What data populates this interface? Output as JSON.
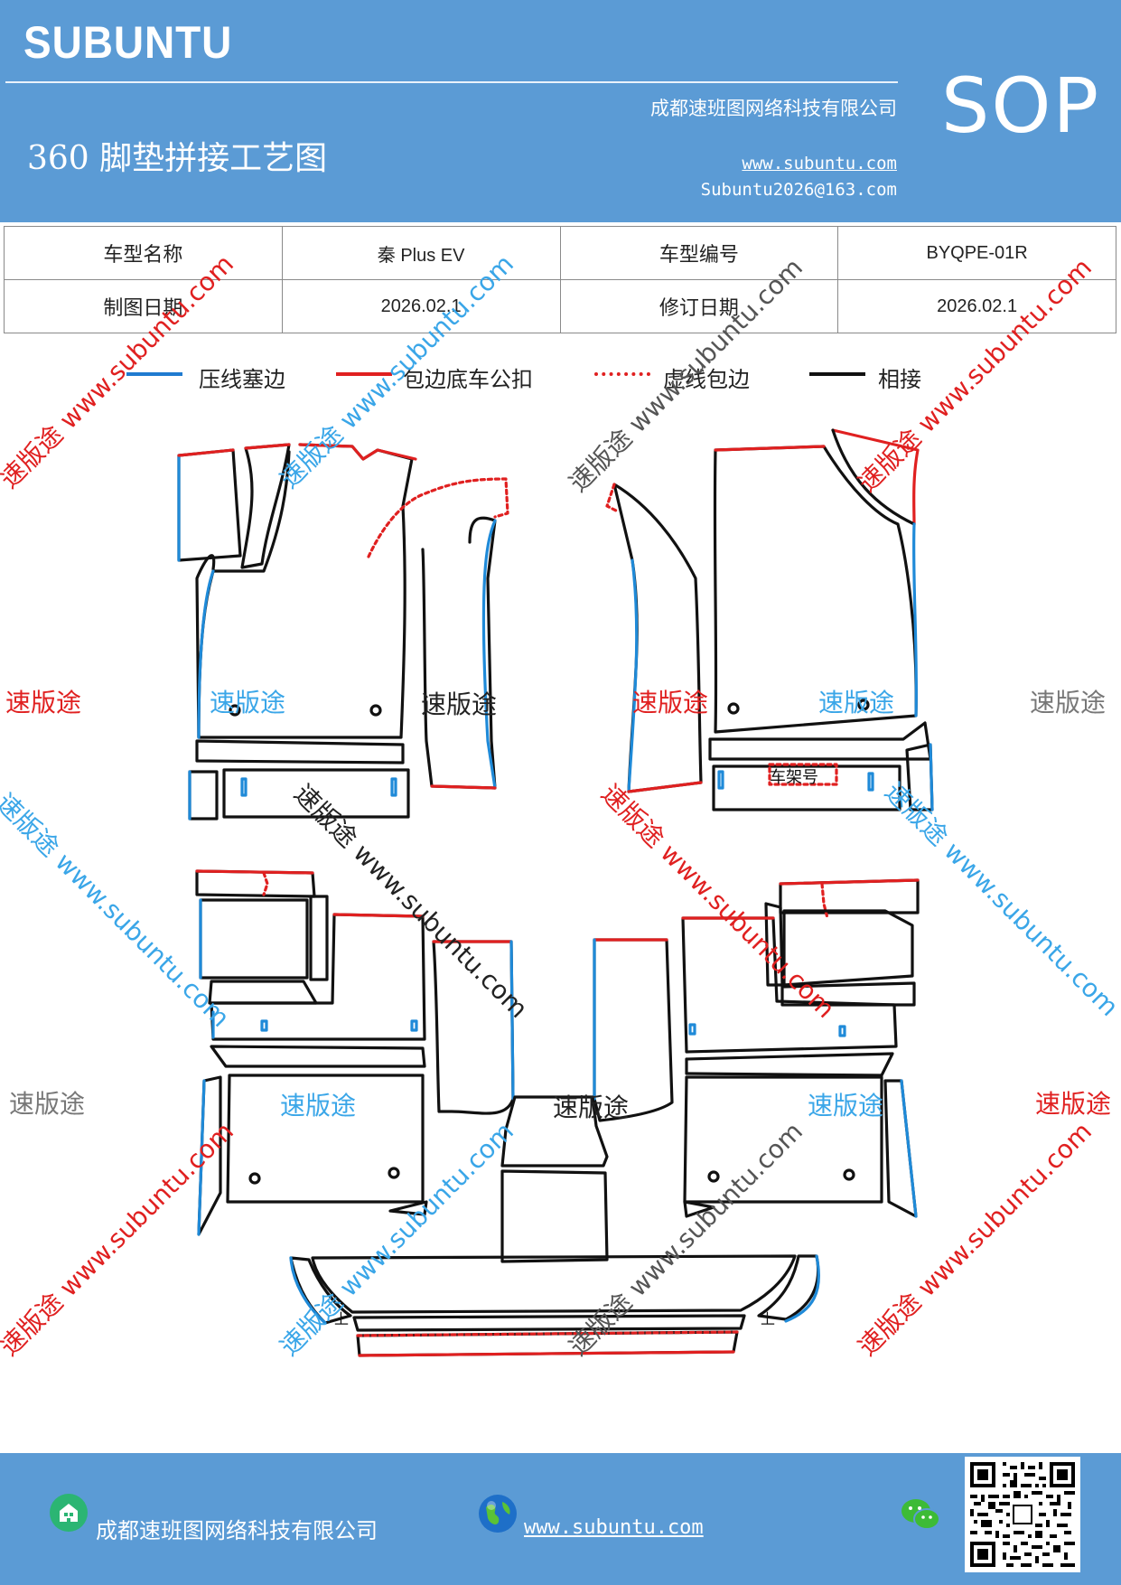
{
  "header": {
    "brand": "SUBUNTU",
    "company": "成都速班图网络科技有限公司",
    "sop": "SOP",
    "title": "360 脚垫拼接工艺图",
    "website": "www.subuntu.com",
    "email": "Subuntu2026@163.com"
  },
  "info_table": {
    "rows": [
      [
        "车型名称",
        "秦 Plus EV",
        "车型编号",
        "BYQPE-01R"
      ],
      [
        "制图日期",
        "2026.02.1",
        "修订日期",
        "2026.02.1"
      ]
    ]
  },
  "legend": [
    {
      "label": "压线塞边",
      "color": "#1f7bd0",
      "style": "solid"
    },
    {
      "label": "包边底车公扣",
      "color": "#e02020",
      "style": "solid"
    },
    {
      "label": "虚线包边",
      "color": "#e02020",
      "style": "dotted"
    },
    {
      "label": "相接",
      "color": "#111111",
      "style": "solid"
    }
  ],
  "diagram": {
    "frame_label": "车架号",
    "fix_mark": "上"
  },
  "watermark": {
    "brand": "速版途",
    "domain": "www.subuntu.com",
    "combo": "速版途 www.subuntu.com"
  },
  "colors": {
    "header_bg": "#5b9bd5",
    "blue_line": "#1f8ad8",
    "red_line": "#e02020",
    "black_line": "#111111"
  },
  "footer": {
    "company": "成都速班图网络科技有限公司",
    "website": "www.subuntu.com",
    "icons": [
      "building-icon",
      "globe-icon",
      "wechat-icon",
      "qr-code"
    ]
  }
}
